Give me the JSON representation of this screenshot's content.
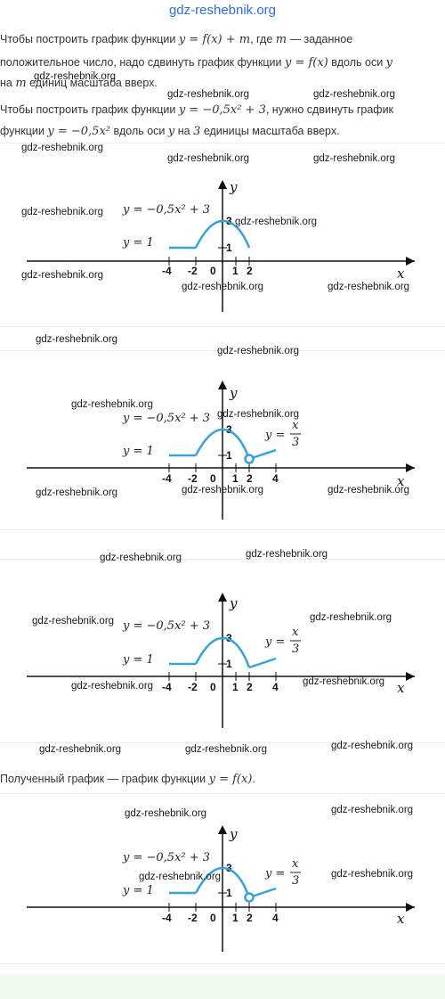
{
  "site": {
    "title": "gdz-reshebnik.org"
  },
  "text": {
    "p1a": "Чтобы построить график функции ",
    "p1b": "y = f(x) + m",
    "p1c": ", где ",
    "p1d": "m",
    "p1e": " — заданное",
    "p2a": "положительное число, надо сдвинуть график функции ",
    "p2b": "y = f(x)",
    "p2c": " вдоль оси ",
    "p2d": "y",
    "p3a": "на ",
    "p3b": "m",
    "p3c": " единиц масштаба вверх.",
    "p4a": "Чтобы построить график функции ",
    "p4b": "y = −0,5x² + 3",
    "p4c": ", нужно сдвинуть график",
    "p5a": "функции ",
    "p5b": "y = −0,5x²",
    "p5c": " вдоль оси ",
    "p5d": "y",
    "p5e": " на ",
    "p5f": "3",
    "p5g": " единицы масштаба вверх.",
    "p6a": "Полученный график — график функции ",
    "p6b": "y = f(x)",
    "p6c": "."
  },
  "watermark": "gdz-reshebnik.org",
  "graph": {
    "x_label": "x",
    "y_label": "y",
    "x_ticks": [
      "-4",
      "-2",
      "0",
      "1",
      "2",
      "4"
    ],
    "y_ticks": [
      "3",
      "1"
    ],
    "label_parabola": "y = −0,5x² + 3",
    "label_const": "y = 1",
    "label_linear_y": "y =",
    "label_linear_num": "x",
    "label_linear_den": "3",
    "curve_color": "#3aa0d8"
  }
}
